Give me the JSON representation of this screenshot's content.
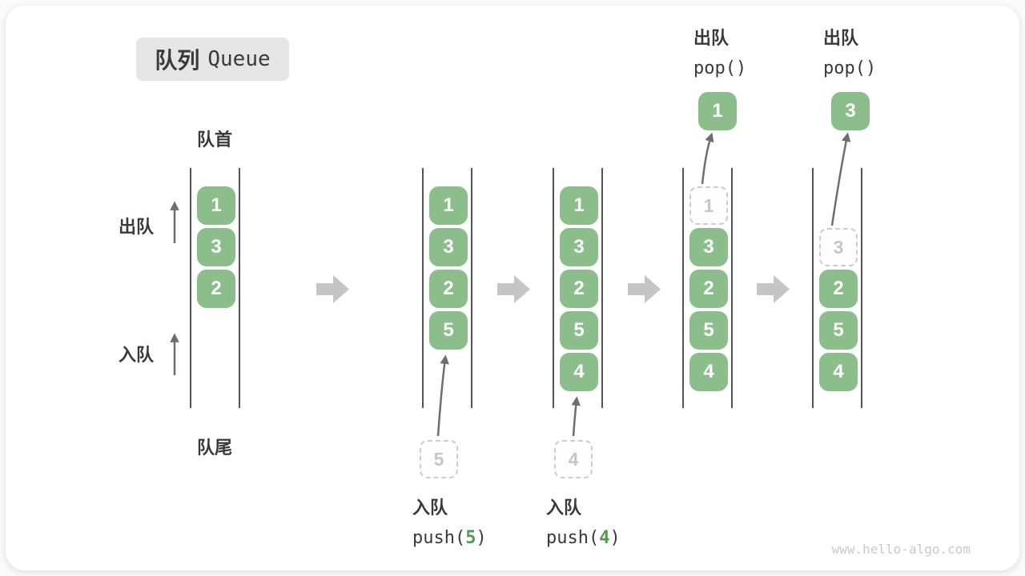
{
  "title": {
    "zh": "队列",
    "en": "Queue"
  },
  "labels": {
    "front": "队首",
    "rear": "队尾",
    "dequeue": "出队",
    "enqueue": "入队"
  },
  "watermark": "www.hello-algo.com",
  "colors": {
    "box_green": "#8CBE8C",
    "accent_green": "#4E9B50",
    "step_arrow_gray": "#C5C5C5",
    "channel_line": "#545454",
    "text_dark": "#3A3A3A",
    "ghost_gray": "#C6C6C6",
    "badge_bg": "#E5E5E5"
  },
  "states": [
    {
      "items": [
        "1",
        "3",
        "2"
      ]
    },
    {
      "items": [
        "1",
        "3",
        "2",
        "5"
      ],
      "incoming": "5",
      "op": {
        "zh": "入队",
        "fn": "push(",
        "arg": "5",
        "close": ")"
      }
    },
    {
      "items": [
        "1",
        "3",
        "2",
        "5",
        "4"
      ],
      "incoming": "4",
      "op": {
        "zh": "入队",
        "fn": "push(",
        "arg": "4",
        "close": ")"
      }
    },
    {
      "items": [
        "3",
        "2",
        "5",
        "4"
      ],
      "ghost": "1",
      "popped": "1",
      "op": {
        "zh": "出队",
        "fn": "pop()"
      }
    },
    {
      "items": [
        "2",
        "5",
        "4"
      ],
      "ghost": "3",
      "popped": "3",
      "op": {
        "zh": "出队",
        "fn": "pop()"
      }
    }
  ]
}
